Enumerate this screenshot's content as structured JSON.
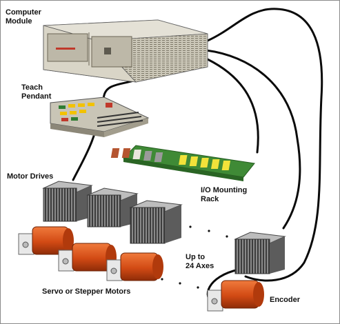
{
  "labels": {
    "computer_module_line1": "Computer",
    "computer_module_line2": "Module",
    "teach_pendant_line1": "Teach",
    "teach_pendant_line2": "Pendant",
    "motor_drives": "Motor Drives",
    "io_rack_line1": "I/O Mounting",
    "io_rack_line2": "Rack",
    "axes_line1": "Up to",
    "axes_line2": "24 Axes",
    "servo_motors": "Servo or Stepper Motors",
    "encoder": "Encoder"
  },
  "colors": {
    "cable": "#0a0a0a",
    "chassis": "#d6d2c4",
    "chassis_dark": "#8c8778",
    "board": "#3f8a36",
    "motor": "#d9541c",
    "motor_dark": "#9c330c",
    "heatsink": "#6f6f6f",
    "relay_yellow": "#f2e23a"
  }
}
